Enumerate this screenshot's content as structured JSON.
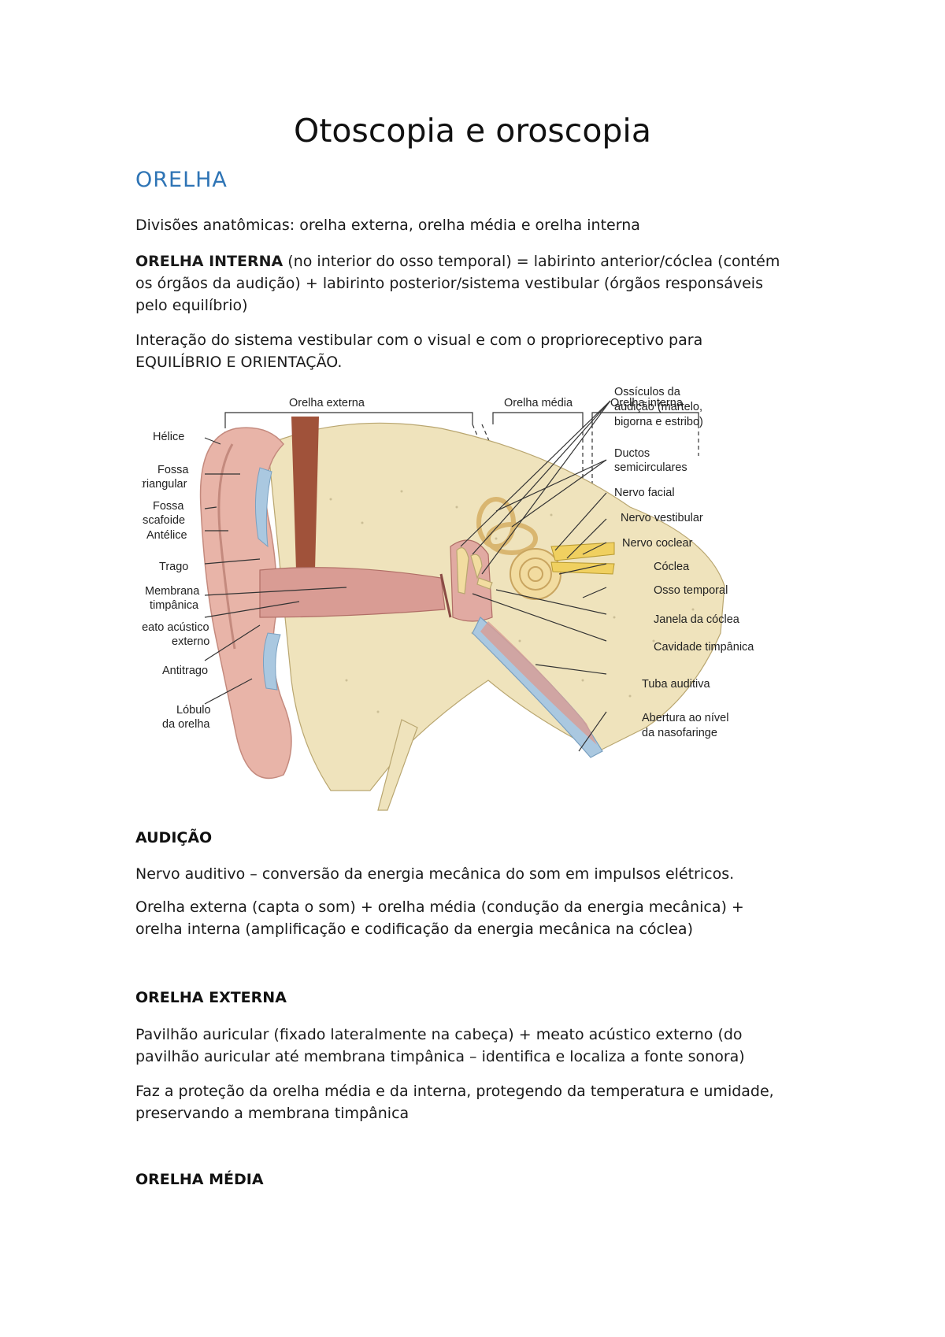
{
  "title": "Otoscopia e oroscopia",
  "section": "ORELHA",
  "p1": "Divisões anatômicas: orelha externa, orelha média e orelha interna",
  "p2": {
    "bold": "ORELHA INTERNA",
    "line1": "(no interior do osso temporal) = labirinto anterior/cóclea (contém",
    "line2": "os órgãos da audição) + labirinto posterior/sistema vestibular (órgãos responsáveis",
    "line3": "pelo equilíbrio)"
  },
  "p3": {
    "line1": "Interação do sistema vestibular com o visual e com o proprioreceptivo para",
    "line2": "EQUILÍBRIO E ORIENTAÇÃO."
  },
  "figure": {
    "regions": [
      "Orelha externa",
      "Orelha média",
      "Orelha interna"
    ],
    "left_labels": {
      "helice": "Hélice",
      "fossa_tri_1": "Fossa",
      "fossa_tri_2": "triangular",
      "fossa_esc_1": "Fossa",
      "fossa_esc_2": "escafoide",
      "antelice": "Antélice",
      "trago": "Trago",
      "membrana_1": "Membrana",
      "membrana_2": "timpânica",
      "meato_1": "Meato acústico",
      "meato_2": "externo",
      "antitrago": "Antitrago",
      "lobulo_1": "Lóbulo",
      "lobulo_2": "da orelha"
    },
    "right_labels": {
      "ossiculos_1": "Ossículos da",
      "ossiculos_2": "audição (martelo,",
      "ossiculos_3": "bigorna e estribo)",
      "ductos_1": "Ductos",
      "ductos_2": "semicirculares",
      "facial": "Nervo facial",
      "vestibular": "Nervo vestibular",
      "coclear": "Nervo coclear",
      "coclea": "Cóclea",
      "osso": "Osso temporal",
      "janela": "Janela da cóclea",
      "cavidade": "Cavidade timpânica",
      "tuba": "Tuba auditiva",
      "abertura_1": "Abertura ao nível",
      "abertura_2": "da nasofaringe"
    }
  },
  "audicao": {
    "heading": "AUDIÇÃO",
    "p1": "Nervo auditivo – conversão da energia mecânica do som em impulsos elétricos.",
    "p2_line1": "Orelha externa (capta o som) + orelha média (condução da energia mecânica) +",
    "p2_line2": "orelha interna (amplificação e codificação da energia mecânica na cóclea)"
  },
  "externa": {
    "heading": "ORELHA EXTERNA",
    "p1_line1": "Pavilhão auricular (fixado lateralmente na cabeça) + meato acústico externo (do",
    "p1_line2": "pavilhão auricular até membrana timpânica – identifica e localiza a fonte sonora)",
    "p2_line1": "Faz a proteção da orelha média e da interna, protegendo da temperatura e umidade,",
    "p2_line2": "preservando a membrana timpânica"
  },
  "media": {
    "heading": "ORELHA MÉDIA"
  },
  "colors": {
    "heading_blue": "#2e74b5",
    "skin": "#e8b4a8",
    "bone": "#efe3bc",
    "cartilage": "#aac8e0",
    "canal": "#d99c94"
  }
}
